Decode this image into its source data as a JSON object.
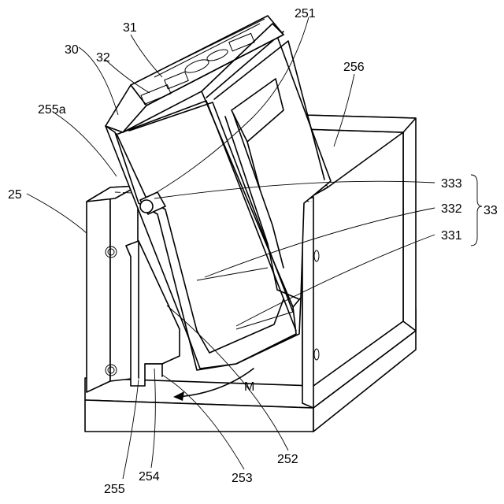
{
  "labels": {
    "l30": "30",
    "l31": "31",
    "l32": "32",
    "l251": "251",
    "l256": "256",
    "l255a": "255a",
    "l25": "25",
    "l333": "333",
    "l332": "332",
    "l331": "331",
    "l33": "33",
    "lM": "M",
    "l252": "252",
    "l253": "253",
    "l254": "254",
    "l255": "255"
  }
}
